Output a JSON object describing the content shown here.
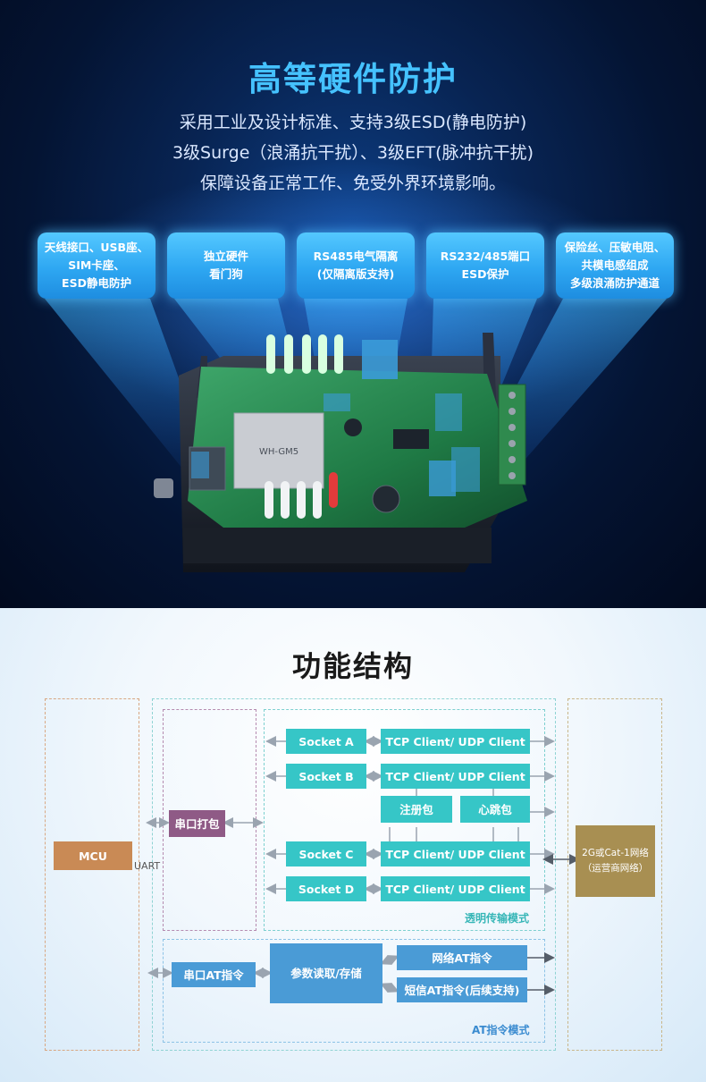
{
  "hero": {
    "title": "高等硬件防护",
    "description": [
      "采用工业及设计标准、支持3级ESD(静电防护)",
      "3级Surge（浪涌抗干扰）、3级EFT(脉冲抗干扰)",
      "保障设备正常工作、免受外界环境影响。"
    ],
    "cards": [
      {
        "lines": [
          "天线接口、USB座、",
          "SIM卡座、",
          "ESD静电防护"
        ]
      },
      {
        "lines": [
          "独立硬件",
          "看门狗"
        ]
      },
      {
        "lines": [
          "RS485电气隔离",
          "(仅隔离版支持)"
        ]
      },
      {
        "lines": [
          "RS232/485端口",
          "ESD保护"
        ]
      },
      {
        "lines": [
          "保险丝、压敏电阻、",
          "共模电感组成",
          "多级浪涌防护通道"
        ]
      }
    ],
    "board_chip_label": "WH-GM5",
    "colors": {
      "title": "#45c2ff",
      "card": "#2ea7f2",
      "background": "#041433"
    }
  },
  "function_structure": {
    "title": "功能结构",
    "mcu": "MCU",
    "uart": "UART",
    "serial_pack": "串口打包",
    "sockets": [
      "Socket A",
      "Socket B",
      "Socket C",
      "Socket D"
    ],
    "tcp_client": "TCP Client/ UDP Client",
    "register_packet": "注册包",
    "heartbeat_packet": "心跳包",
    "transparent_mode": "透明传输模式",
    "network": [
      "2G或Cat-1网络",
      "（运营商网络）"
    ],
    "serial_at": "串口AT指令",
    "param_rw": "参数读取/存储",
    "network_at": "网络AT指令",
    "sms_at": "短信AT指令(后续支持)",
    "at_mode": "AT指令模式",
    "colors": {
      "mcu": "#c98a55",
      "serial_pack": "#8f5a86",
      "teal": "#36c6c7",
      "blue": "#4a9bd6",
      "network": "#a88f52"
    }
  }
}
